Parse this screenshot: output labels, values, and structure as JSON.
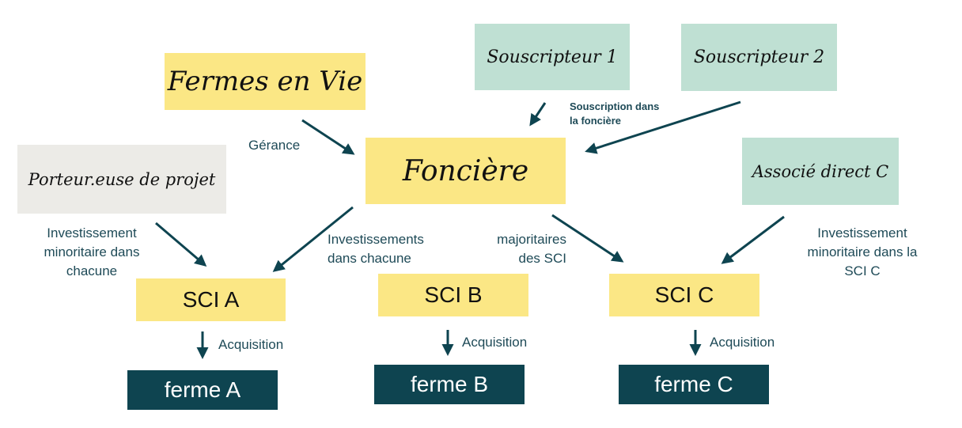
{
  "nodes": {
    "fermes_en_vie": "Fermes en Vie",
    "fonciere": "Foncière",
    "souscripteur_1": "Souscripteur 1",
    "souscripteur_2": "Souscripteur 2",
    "porteur": "Porteur.euse de projet",
    "associe_c": "Associé direct C",
    "sci_a": "SCI A",
    "sci_b": "SCI B",
    "sci_c": "SCI C",
    "ferme_a": "ferme A",
    "ferme_b": "ferme B",
    "ferme_c": "ferme C"
  },
  "labels": {
    "gerance": "Gérance",
    "souscription": [
      "Souscription dans",
      "la foncière"
    ],
    "invest_porteur": [
      "Investissement",
      "minoritaire dans",
      "chacune"
    ],
    "invest_chacune": [
      "Investissements",
      "dans chacune"
    ],
    "majoritaires": [
      "majoritaires",
      "des SCI"
    ],
    "invest_c": [
      "Investissement",
      "minoritaire dans la",
      "SCI C"
    ],
    "acquisition_a": "Acquisition",
    "acquisition_b": "Acquisition",
    "acquisition_c": "Acquisition"
  },
  "colors": {
    "yellow": "#fbe785",
    "green": "#bfe0d3",
    "grey": "#ecebe7",
    "dark_teal": "#0e4450",
    "arrow": "#0e4450"
  }
}
